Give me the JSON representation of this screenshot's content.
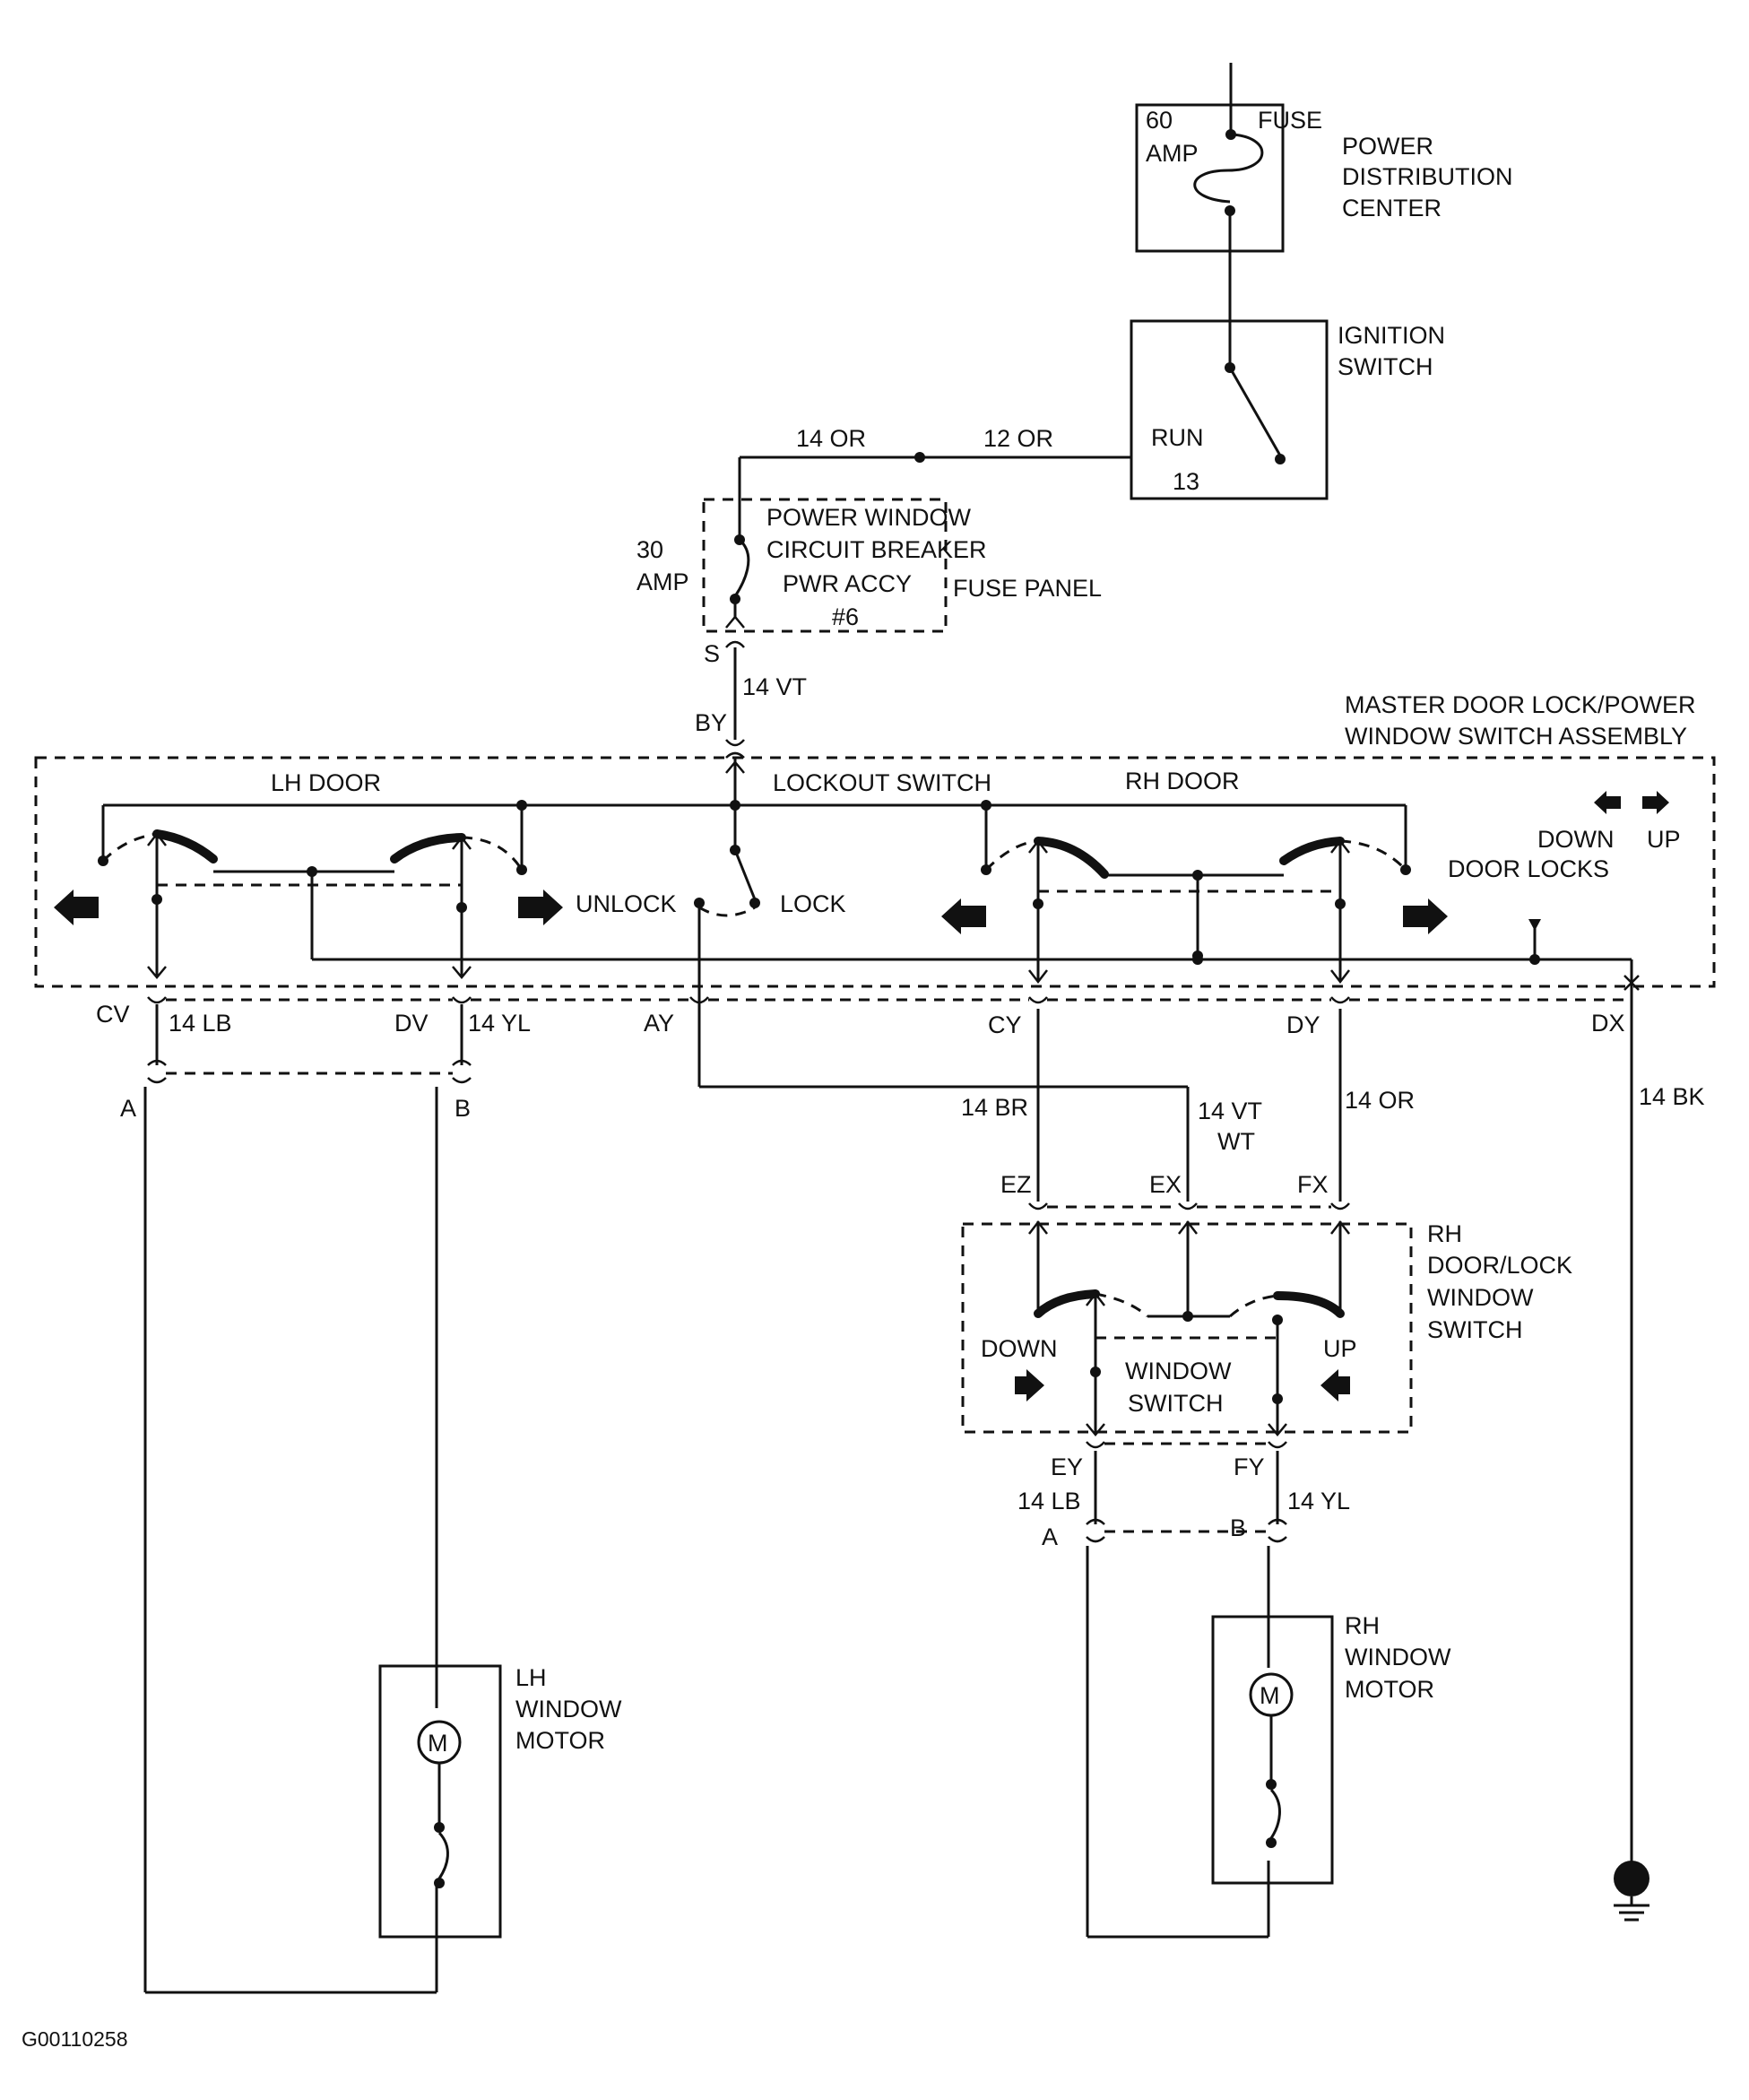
{
  "power_distribution": {
    "fuse_rating_line1": "60",
    "fuse_rating_line2": "AMP",
    "fuse_label": "FUSE",
    "name_line1": "POWER",
    "name_line2": "DISTRIBUTION",
    "name_line3": "CENTER"
  },
  "ignition_switch": {
    "name_line1": "IGNITION",
    "name_line2": "SWITCH",
    "run_label": "RUN",
    "terminal": "13"
  },
  "feed_wires": {
    "left": "14 OR",
    "right": "12 OR"
  },
  "circuit_breaker": {
    "rating_line1": "30",
    "rating_line2": "AMP",
    "name_line1": "POWER WINDOW",
    "name_line2": "CIRCUIT BREAKER",
    "name_line3": "PWR ACCY",
    "name_line4": "#6",
    "panel_label": "FUSE PANEL",
    "out_terminal": "S",
    "out_wire": "14 VT",
    "in_terminal": "BY"
  },
  "master_switch": {
    "name_line1": "MASTER DOOR LOCK/POWER",
    "name_line2": "WINDOW SWITCH ASSEMBLY",
    "lh_door": "LH DOOR",
    "lockout": "LOCKOUT SWITCH",
    "rh_door": "RH DOOR",
    "unlock": "UNLOCK",
    "lock": "LOCK",
    "down": "DOWN",
    "up": "UP",
    "door_locks": "DOOR LOCKS"
  },
  "master_terminals": {
    "cv": "CV",
    "cv_wire": "14 LB",
    "dv": "DV",
    "dv_wire": "14 YL",
    "ay": "AY",
    "cy": "CY",
    "dy": "DY",
    "dx": "DX",
    "dx_wire": "14 BK"
  },
  "lh_motor_connector": {
    "a": "A",
    "b": "B"
  },
  "rh_switch_wires": {
    "br": "14 BR",
    "vt_line1": "14 VT",
    "vt_line2": "WT",
    "or": "14 OR",
    "ez": "EZ",
    "ex": "EX",
    "fx": "FX"
  },
  "rh_switch": {
    "name_line1": "RH",
    "name_line2": "DOOR/LOCK",
    "name_line3": "WINDOW",
    "name_line4": "SWITCH",
    "down": "DOWN",
    "up": "UP",
    "inner_line1": "WINDOW",
    "inner_line2": "SWITCH",
    "ey": "EY",
    "fy": "FY",
    "ey_wire": "14 LB",
    "fy_wire": "14 YL",
    "a": "A",
    "b": "B"
  },
  "lh_motor": {
    "name_line1": "LH",
    "name_line2": "WINDOW",
    "name_line3": "MOTOR",
    "symbol": "M"
  },
  "rh_motor": {
    "name_line1": "RH",
    "name_line2": "WINDOW",
    "name_line3": "MOTOR",
    "symbol": "M"
  },
  "figure_id": "G00110258"
}
